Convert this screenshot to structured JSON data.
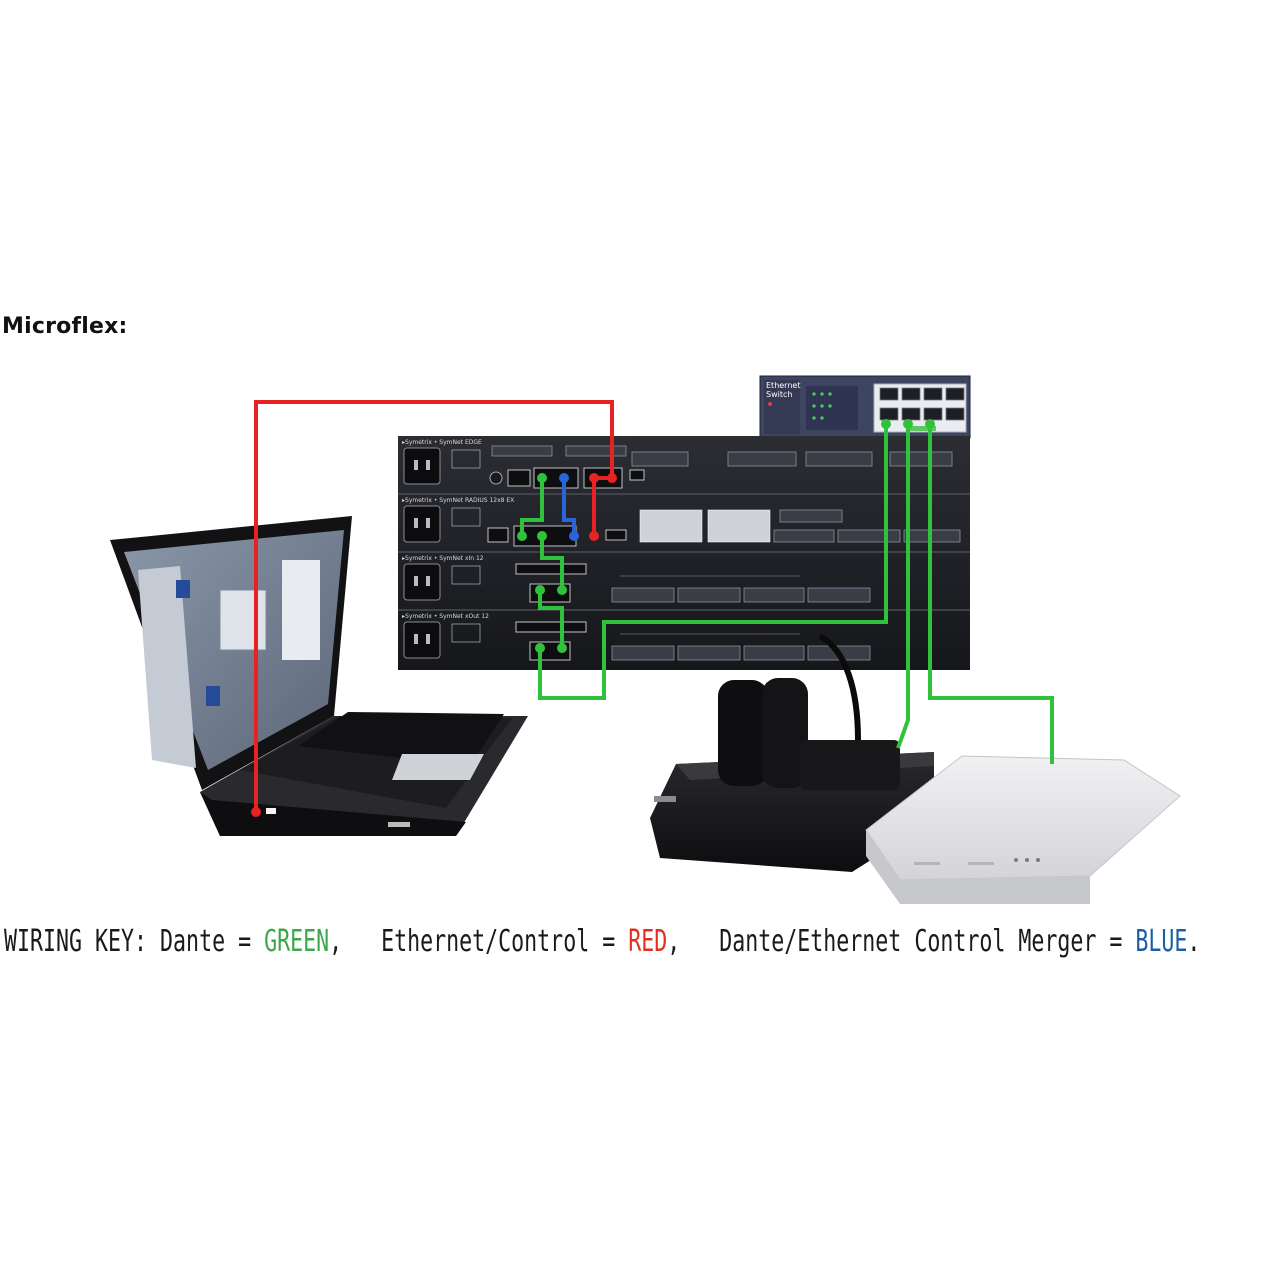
{
  "heading": "Microflex:",
  "rack": {
    "units": [
      {
        "label": "▸Symetrix • SymNet EDGE"
      },
      {
        "label": "▸Symetrix • SymNet RADIUS 12x8 EX"
      },
      {
        "label": "▸Symetrix • SymNet xIn 12"
      },
      {
        "label": "▸Symetrix • SymNet xOut 12"
      }
    ]
  },
  "switch": {
    "label_line1": "Ethernet",
    "label_line2": "Switch"
  },
  "wiring_key": {
    "prefix": "WIRING KEY: Dante = ",
    "green_word": "GREEN",
    "sep1": ",   Ethernet/Control = ",
    "red_word": "RED",
    "sep2": ",   Dante/Ethernet Control Merger = ",
    "blue_word": "BLUE",
    "suffix": "."
  },
  "colors": {
    "dante": "#2fc23a",
    "control": "#e62222",
    "merger": "#2a64d6"
  }
}
